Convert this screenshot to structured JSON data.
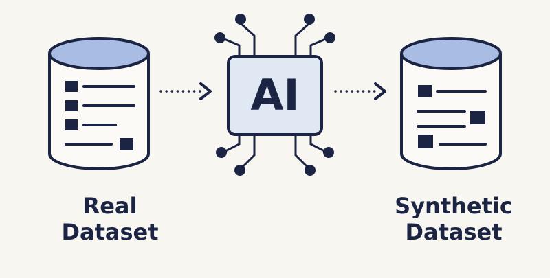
{
  "diagram": {
    "real_dataset": {
      "label_line1": "Real",
      "label_line2": "Dataset",
      "icon": "database-icon"
    },
    "ai_chip": {
      "label": "AI",
      "icon": "cpu-chip-icon"
    },
    "synthetic_dataset": {
      "label_line1": "Synthetic",
      "label_line2": "Dataset",
      "icon": "database-icon"
    },
    "arrows": [
      {
        "from": "real_dataset",
        "to": "ai_chip",
        "style": "dotted",
        "icon": "dotted-arrow-icon"
      },
      {
        "from": "ai_chip",
        "to": "synthetic_dataset",
        "style": "dotted",
        "icon": "dotted-arrow-icon"
      }
    ]
  },
  "colors": {
    "background": "#f8f6f1",
    "stroke": "#1c2444",
    "fill_light": "#dfe8f3",
    "fill_top": "#a9bde4"
  }
}
